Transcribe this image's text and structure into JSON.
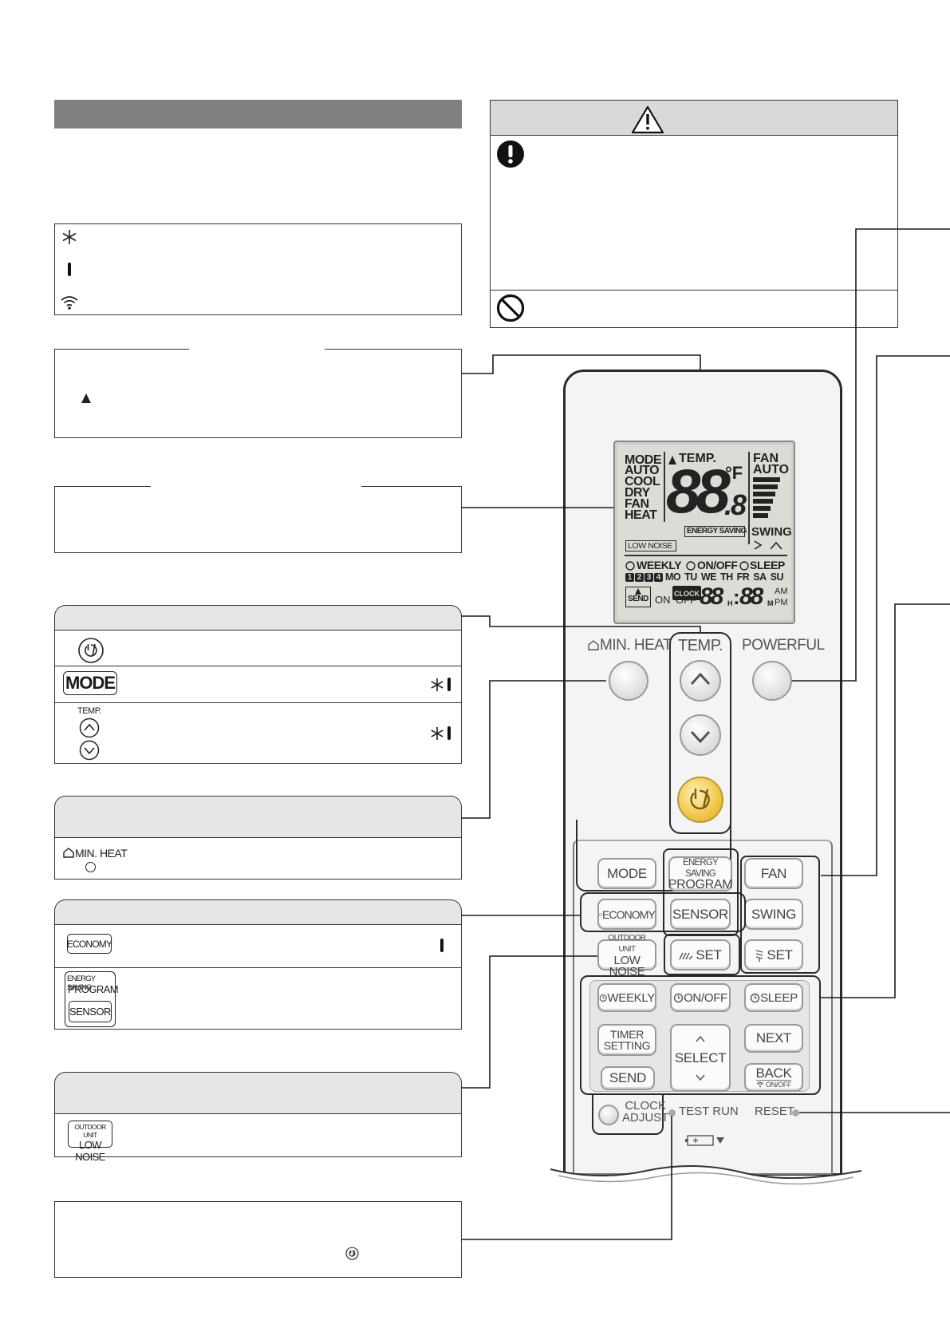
{
  "remote": {
    "buttons": {
      "min_heat": "MIN. HEAT",
      "temp": "TEMP.",
      "powerful": "POWERFUL",
      "mode": "MODE",
      "energy_saving_top": "ENERGY SAVING",
      "energy_saving_bottom": "PROGRAM",
      "fan": "FAN",
      "economy": "ECONOMY",
      "sensor": "SENSOR",
      "swing": "SWING",
      "outdoor_top": "OUTDOOR UNIT",
      "outdoor_bottom": "LOW NOISE",
      "set_left": "SET",
      "set_right": "SET",
      "weekly": "WEEKLY",
      "on_off": "ON/OFF",
      "sleep": "SLEEP",
      "timer_top": "TIMER",
      "timer_bottom": "SETTING",
      "next": "NEXT",
      "select": "SELECT",
      "send": "SEND",
      "back": "BACK",
      "back_sub": "ON/OFF",
      "clock_top": "CLOCK",
      "clock_bottom": "ADJUST",
      "test_run": "TEST RUN",
      "reset": "RESET"
    },
    "lcd": {
      "mode_label": "MODE",
      "modes": [
        "AUTO",
        "COOL",
        "DRY",
        "FAN",
        "HEAT"
      ],
      "temp_label": "TEMP.",
      "temp_digits": "88",
      "temp_decimal": ".8",
      "unit": "°F",
      "fan_label": "FAN",
      "fan_auto": "AUTO",
      "energy_saving": "ENERGY SAVING",
      "low_noise": "LOW NOISE",
      "swing": "SWING",
      "weekly": "WEEKLY",
      "on_off": "ON/OFF",
      "sleep": "SLEEP",
      "program_numbers": [
        "1",
        "2",
        "3",
        "4"
      ],
      "days": [
        "MO",
        "TU",
        "WE",
        "TH",
        "FR",
        "SA",
        "SU"
      ],
      "send": "SEND",
      "on": "ON",
      "off": "OFF",
      "clock": "CLOCK",
      "time_h": "88",
      "h": "H",
      "time_m": "88",
      "am": "AM",
      "pm": "PM",
      "m_small": "M"
    }
  },
  "left_panels": {
    "temp_header": "TEMP.",
    "mode_key": "MODE",
    "min_heat_key": "MIN. HEAT",
    "economy_key": "ECONOMY",
    "energy_saving_top": "ENERGY SAVING",
    "energy_saving_bottom": "PROGRAM",
    "sensor_key": "SENSOR",
    "outdoor_top": "OUTDOOR UNIT",
    "outdoor_bottom": "LOW NOISE"
  },
  "colors": {
    "header_bar": "#808080",
    "tab_header": "#e6e6e6",
    "power_button": "#f2c64a",
    "lcd_bg": "#dcdcd6",
    "remote_body": "#f4f4f4"
  },
  "icons": [
    "asterisk-icon",
    "battery-mark-icon",
    "wifi-icon",
    "warning-triangle-icon",
    "exclamation-circle-icon",
    "prohibition-icon",
    "power-icon",
    "chevron-up-icon",
    "chevron-down-icon"
  ]
}
